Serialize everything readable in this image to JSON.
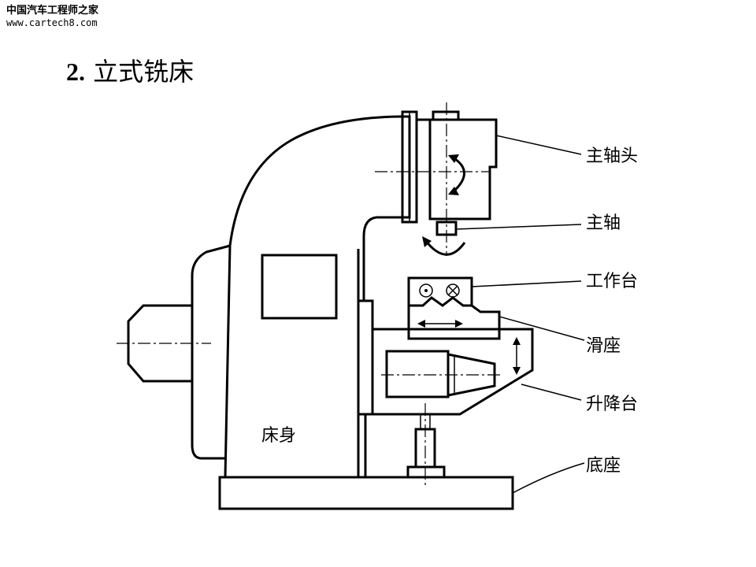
{
  "watermark": {
    "site_name": "中国汽车工程师之家",
    "url": "www.cartech8.com"
  },
  "slide": {
    "number": "2.",
    "title": "立式铣床"
  },
  "labels": {
    "spindle_head": "主轴头",
    "spindle": "主轴",
    "worktable": "工作台",
    "saddle": "滑座",
    "knee": "升降台",
    "base": "底座",
    "column": "床身"
  }
}
